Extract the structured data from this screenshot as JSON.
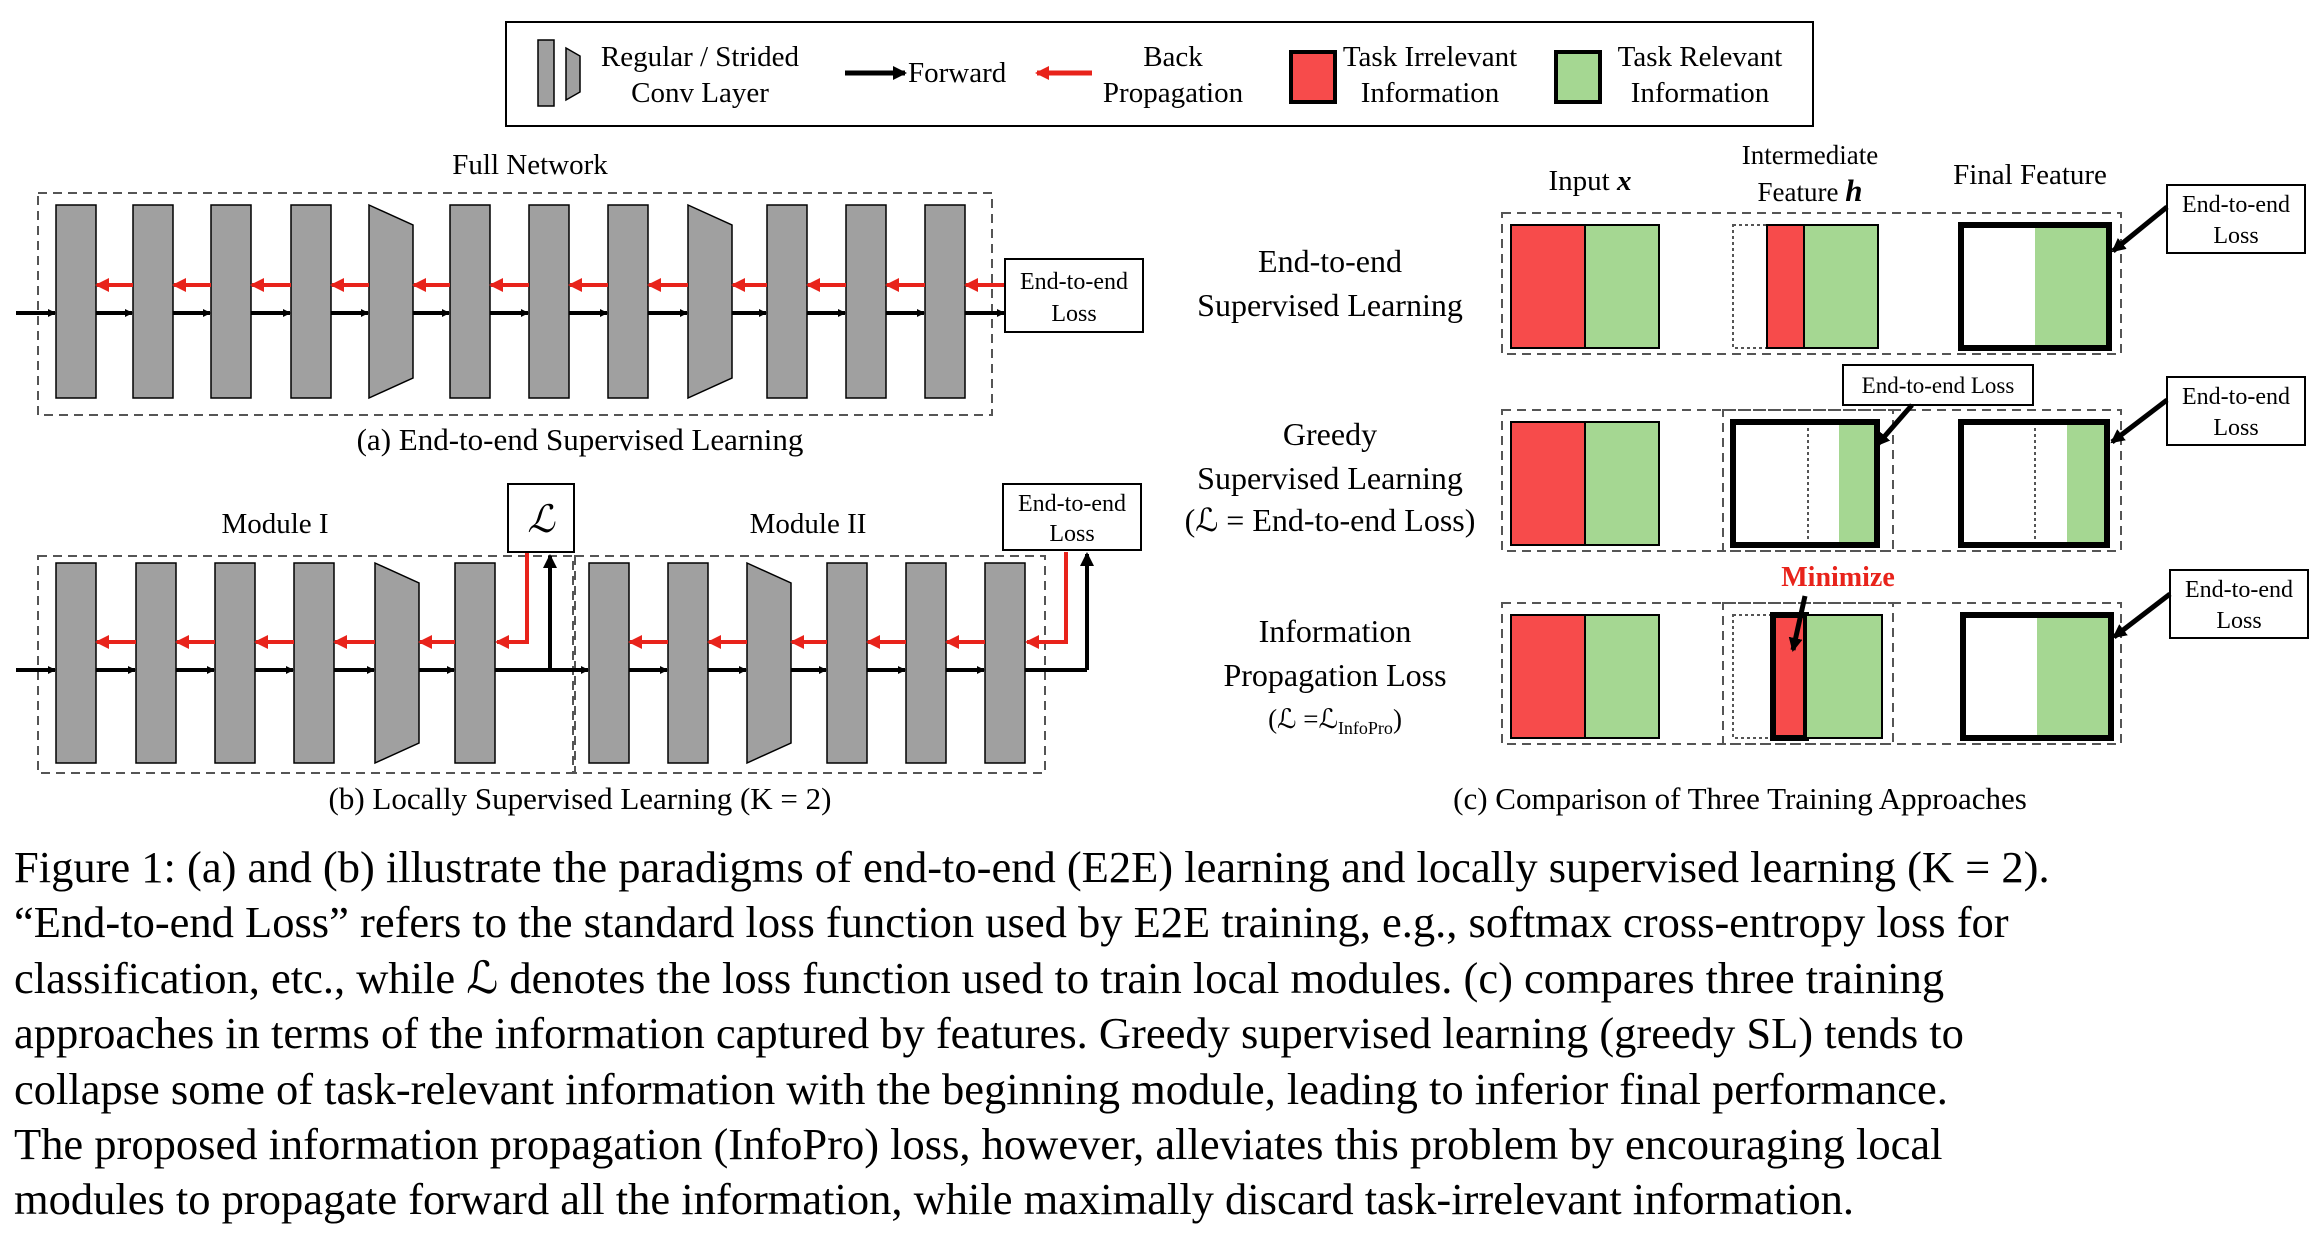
{
  "legend": {
    "conv_label_1": "Regular / Strided",
    "conv_label_2": "Conv Layer",
    "forward_label": "Forward",
    "back_label_1": "Back",
    "back_label_2": "Propagation",
    "irrelevant_label_1": "Task Irrelevant",
    "irrelevant_label_2": "Information",
    "relevant_label_1": "Task Relevant",
    "relevant_label_2": "Information"
  },
  "panel_a": {
    "title": "Full Network",
    "loss_1": "End-to-end",
    "loss_2": "Loss",
    "caption": "(a) End-to-end Supervised Learning"
  },
  "panel_b": {
    "module1": "Module I",
    "module2": "Module II",
    "local_loss_symbol": "ℒ",
    "loss_1": "End-to-end",
    "loss_2": "Loss",
    "caption": "(b) Locally Supervised Learning  (K = 2)"
  },
  "panel_c": {
    "col_input": "Input ",
    "col_input_var": "x",
    "col_inter_1": "Intermediate",
    "col_inter_2": "Feature ",
    "col_inter_var": "h",
    "col_final": "Final Feature",
    "row1_label_1": "End-to-end",
    "row1_label_2": "Supervised Learning",
    "row2_label_1": "Greedy",
    "row2_label_2": "Supervised Learning",
    "row2_label_3": "(ℒ = End-to-end Loss)",
    "row3_label_1": "Information",
    "row3_label_2": "Propagation Loss",
    "row3_label_3a": "(ℒ =ℒ",
    "row3_label_3sub": "InfoPro",
    "row3_label_3b": ")",
    "loss_1": "End-to-end",
    "loss_2": "Loss",
    "inter_loss": "End-to-end Loss",
    "minimize": "Minimize",
    "caption": "(c) Comparison of Three Training Approaches"
  },
  "colors": {
    "irrelevant": "#f74b4b",
    "relevant": "#a5d792",
    "layer_fill": "#a0a0a0",
    "back_arrow": "#e8231b",
    "minimize_text": "#e8231b"
  },
  "figure_caption": {
    "line1": "Figure 1: (a) and (b) illustrate the paradigms of end-to-end (E2E) learning and locally supervised learning (K = 2).",
    "line2": "“End-to-end Loss” refers to the standard loss function used by E2E training, e.g., softmax cross-entropy loss for",
    "line3": "classification, etc., while ℒ denotes the loss function used to train local modules. (c) compares three training",
    "line4": "approaches in terms of the information captured by features. Greedy supervised learning (greedy SL) tends to",
    "line5": "collapse some of task-relevant information with the beginning module, leading to inferior final performance.",
    "line6": "The proposed information propagation (InfoPro) loss, however, alleviates this problem by encouraging local",
    "line7": "modules to propagate forward all the information, while maximally discard task-irrelevant information."
  }
}
